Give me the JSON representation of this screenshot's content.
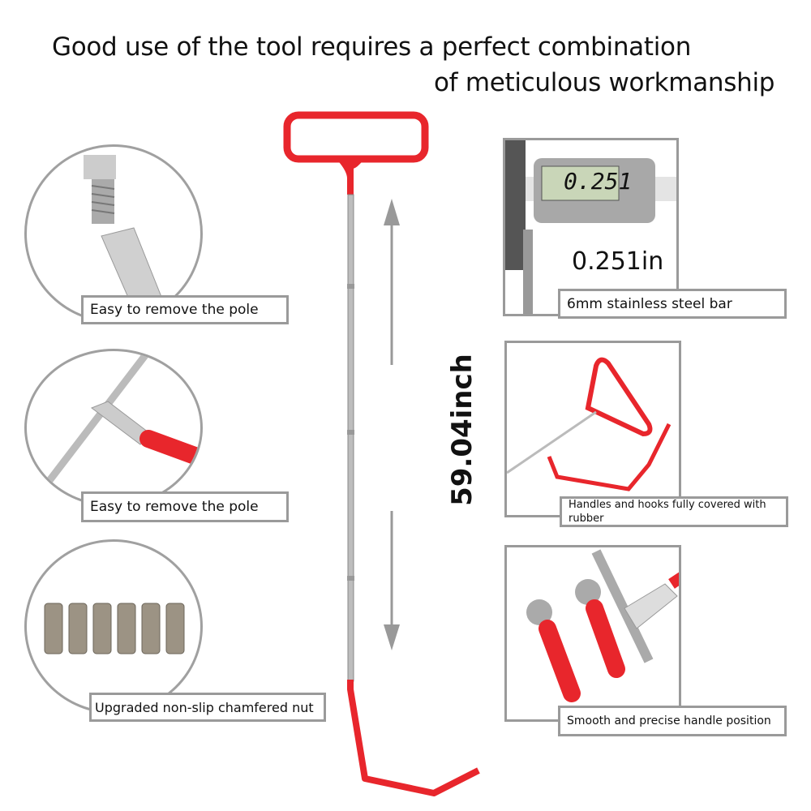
{
  "headline": {
    "line1": "Good use of the tool requires a perfect combination",
    "line2": "of meticulous workmanship"
  },
  "tool": {
    "length_label": "59.04inch",
    "color_accent": "#e8262c",
    "color_rod": "#b8b8b8"
  },
  "left_features": [
    {
      "label": "Easy to remove the pole"
    },
    {
      "label": "Easy to remove the pole"
    },
    {
      "label": "Upgraded non-slip chamfered nut"
    }
  ],
  "right_features": [
    {
      "label": "6mm stainless steel bar",
      "caliper_reading": "0.251",
      "measurement": "0.251in"
    },
    {
      "label": "Handles and hooks fully covered with rubber"
    },
    {
      "label": "Smooth and precise handle position"
    }
  ]
}
